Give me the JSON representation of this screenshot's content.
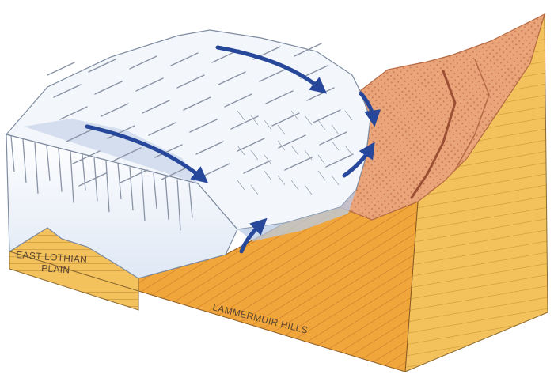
{
  "labels": {
    "east_lothian_line1": "EAST LOTHIAN",
    "east_lothian_line2": "PLAIN",
    "lammermuir": "LAMMERMUIR HILLS"
  },
  "colors": {
    "background": "#ffffff",
    "rock_front": "#f0a63a",
    "rock_side": "#f4c25c",
    "ice": "#f3f6fb",
    "ice_shadow": "#b9cbe6",
    "crevasse": "#8a93a5",
    "arrow": "#27489a",
    "ridge": "#d98e63"
  }
}
